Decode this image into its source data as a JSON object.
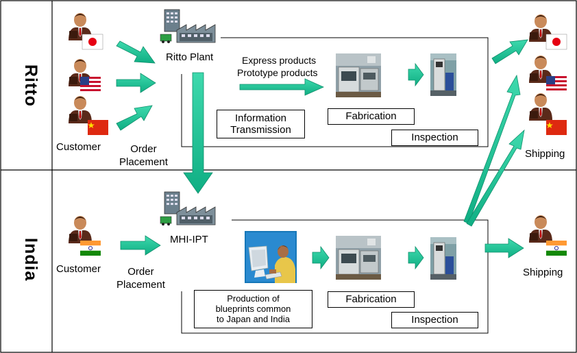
{
  "rows": {
    "top": "Ritto",
    "bottom": "India"
  },
  "ritto": {
    "plant": "Ritto Plant",
    "customer": "Customer",
    "order_placement": "Order\nPlacement",
    "express": "Express products",
    "prototype": "Prototype products",
    "info_box": "Information\nTransmission",
    "fabrication": "Fabrication",
    "inspection": "Inspection",
    "shipping": "Shipping"
  },
  "india": {
    "plant": "MHI-IPT",
    "customer": "Customer",
    "order_placement": "Order\nPlacement",
    "blueprint_box": "Production of\nblueprints common\nto Japan and India",
    "fabrication": "Fabrication",
    "inspection": "Inspection",
    "shipping": "Shipping"
  },
  "icons": {
    "person": "businessman-icon",
    "factory": "factory-icon",
    "machine": "cnc-machine-photo",
    "tester": "inspection-machine-photo",
    "engineer": "engineer-at-computer-icon",
    "flags": [
      "japan-flag",
      "usa-flag",
      "china-flag",
      "india-flag"
    ]
  },
  "colors": {
    "arrow": "#1fbf95",
    "arrow_stroke": "#0f8f6c",
    "skin": "#c98a5a",
    "suit": "#5a2a1a"
  }
}
